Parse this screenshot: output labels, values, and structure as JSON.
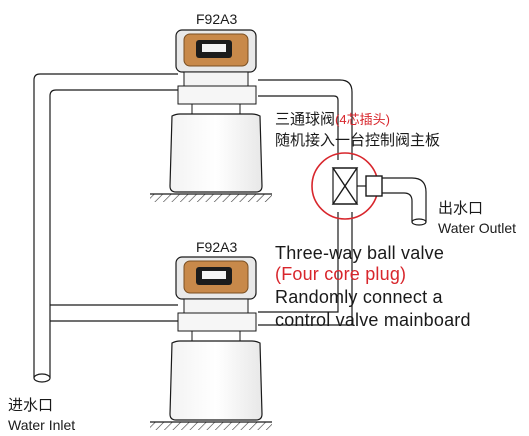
{
  "units": {
    "top_model": "F92A3",
    "bottom_model": "F92A3"
  },
  "valve_label": {
    "cn_line1_prefix": "三通球阀",
    "cn_line1_red": "(4芯插头)",
    "cn_line2": "随机接入一台控制阀主板"
  },
  "outlet_label": {
    "cn": "出水口",
    "en": "Water Outlet"
  },
  "inlet_label": {
    "cn": "进水口",
    "en": "Water Inlet"
  },
  "english_desc": {
    "line1": "Three-way ball valve",
    "line2_red": "(Four core plug)",
    "line3": "Randomly connect a",
    "line4": "control valve mainboard"
  },
  "colors": {
    "accent_red": "#d8262c",
    "line": "#1a1a1a",
    "valve_copper": "#c8894a"
  }
}
